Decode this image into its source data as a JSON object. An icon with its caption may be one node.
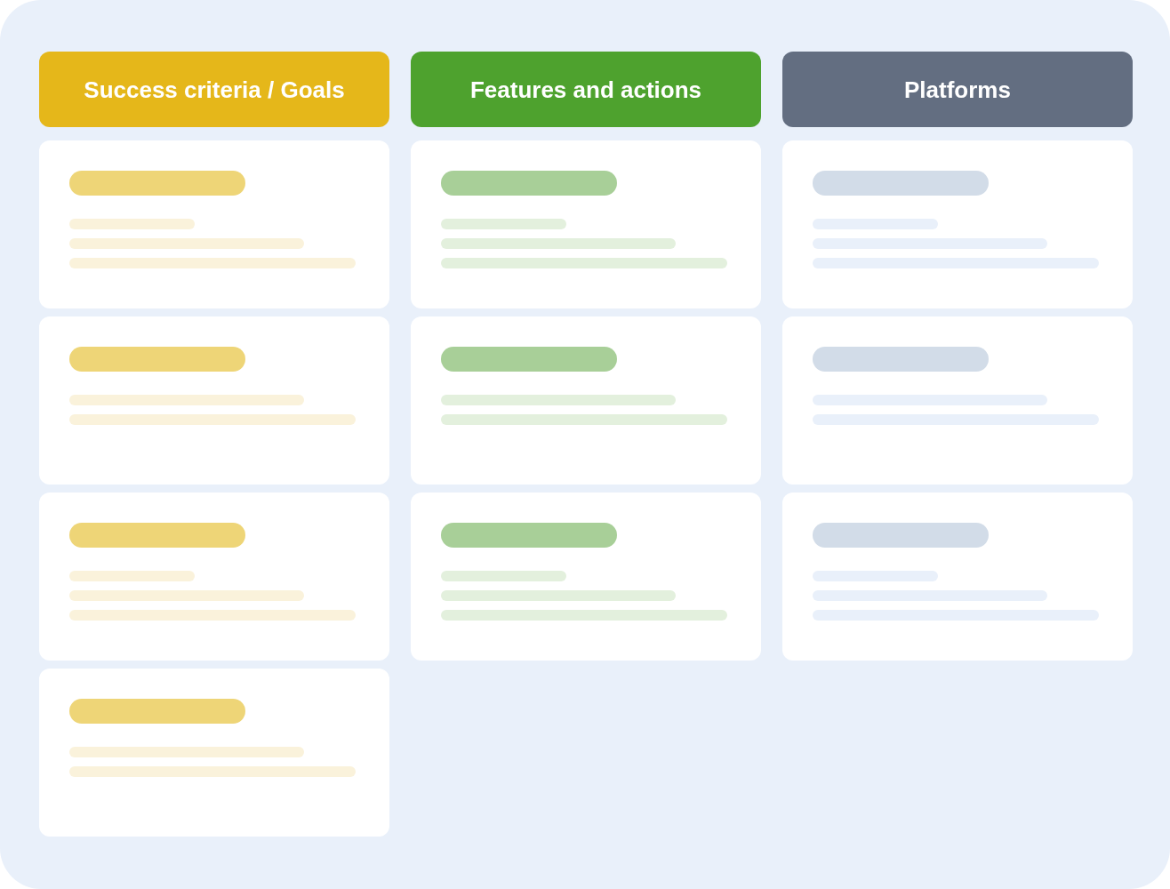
{
  "diagram": {
    "nodes": [
      {
        "text": [
          "Success criteria / Goals"
        ]
      },
      {
        "text": [
          "Features and actions"
        ]
      },
      {
        "text": [
          "Platforms"
        ]
      },
      {
        "text": [],
        "shape": "box"
      },
      {
        "text": [],
        "shape": "box"
      },
      {
        "text": [],
        "shape": "box"
      },
      {
        "text": [],
        "shape": "box"
      },
      {
        "text": [],
        "shape": "box"
      },
      {
        "text": [],
        "shape": "box"
      },
      {
        "text": [],
        "shape": "box"
      },
      {
        "text": [],
        "shape": "box"
      },
      {
        "text": [],
        "shape": "box"
      },
      {
        "text": [],
        "shape": "box"
      }
    ]
  }
}
